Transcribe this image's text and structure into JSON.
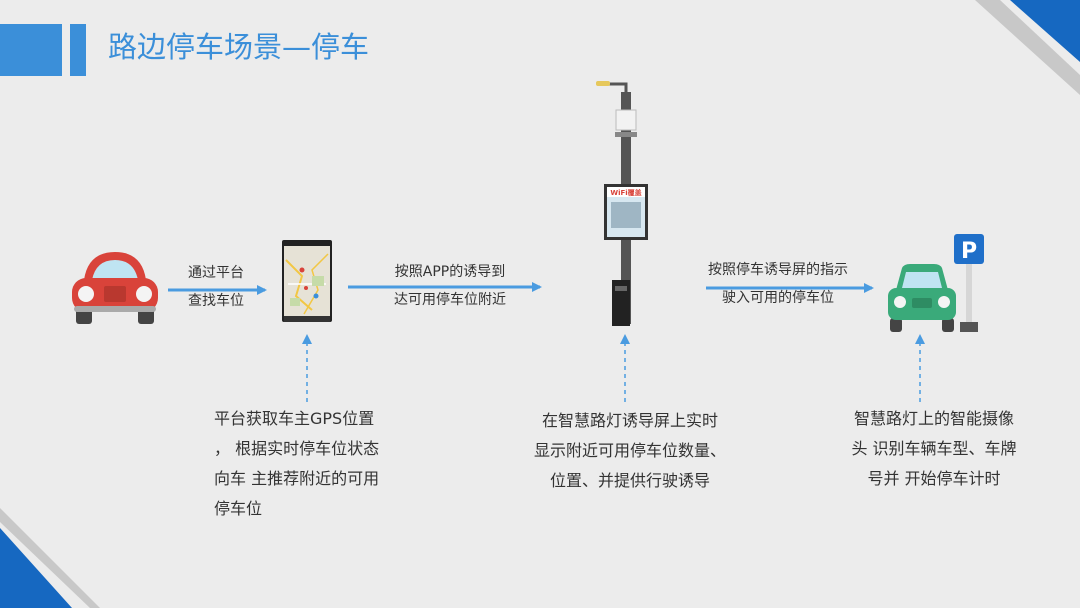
{
  "title": "路边停车场景—停车",
  "labels": {
    "arrow1": [
      "通过平台",
      "查找车位"
    ],
    "arrow2": [
      "按照APP的诱导到",
      "达可用停车位附近"
    ],
    "arrow3": [
      "按照停车诱导屏的指示",
      "驶入可用的停车位"
    ]
  },
  "descriptions": {
    "platform": [
      "平台获取车主GPS位置",
      "，  根据实时停车位状态",
      "向车 主推荐附近的可用",
      "停车位"
    ],
    "screen": [
      "在智慧路灯诱导屏上实时",
      "显示附近可用停车位数量、",
      "位置、并提供行驶诱导"
    ],
    "camera": [
      "智慧路灯上的智能摄像",
      "头 识别车辆车型、车牌",
      "号并 开始停车计时"
    ]
  },
  "streetlight": {
    "screen_text": "WiFi覆盖"
  },
  "parking_sign": {
    "letter": "P"
  },
  "colors": {
    "accent": "#3b8fd9",
    "dark_accent": "#1668c1",
    "arrow": "#4a9be0",
    "red_car": "#d9433a",
    "green_car": "#3aaa7a"
  },
  "icons": [
    "red-car-icon",
    "phone-map-icon",
    "streetlight-icon",
    "green-car-icon",
    "parking-sign-icon"
  ]
}
